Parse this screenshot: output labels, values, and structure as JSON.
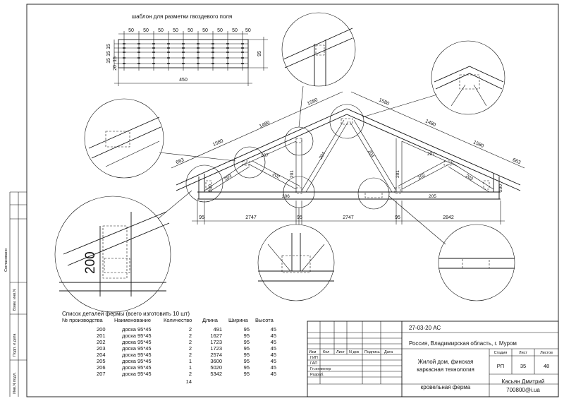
{
  "template": {
    "title": "шаблон для разметки гвоздевого поля",
    "top_dims": [
      "50",
      "50",
      "50",
      "50",
      "50",
      "50",
      "50",
      "50",
      "50"
    ],
    "left_dims": [
      "15",
      "15",
      "15",
      "15",
      "20"
    ],
    "right_dim": "95",
    "bottom_dim": "450"
  },
  "truss": {
    "top_chord_left": [
      "663",
      "1580",
      "1480",
      "1580"
    ],
    "top_chord_right": [
      "1580",
      "1480",
      "1580",
      "663"
    ],
    "bottom_dims": [
      "95",
      "2747",
      "95",
      "2747",
      "95",
      "2842"
    ],
    "part_labels": [
      "200",
      "203",
      "207",
      "202",
      "201",
      "204",
      "206",
      "204",
      "201",
      "207",
      "202",
      "203",
      "205",
      "200"
    ]
  },
  "detail_big_label": "200",
  "parts_table": {
    "title": "Список деталей фермы (всего изготовить 10 шт)",
    "headers": [
      "№ производства",
      "Наименование",
      "Количество",
      "Длина",
      "Ширина",
      "Высота"
    ],
    "rows": [
      [
        "200",
        "доска 95*45",
        "2",
        "491",
        "95",
        "45"
      ],
      [
        "201",
        "доска 95*45",
        "2",
        "1627",
        "95",
        "45"
      ],
      [
        "202",
        "доска 95*45",
        "2",
        "1723",
        "95",
        "45"
      ],
      [
        "203",
        "доска 95*45",
        "2",
        "1723",
        "95",
        "45"
      ],
      [
        "204",
        "доска 95*45",
        "2",
        "2574",
        "95",
        "45"
      ],
      [
        "205",
        "доска 95*45",
        "1",
        "3600",
        "95",
        "45"
      ],
      [
        "206",
        "доска 95*45",
        "1",
        "5020",
        "95",
        "45"
      ],
      [
        "207",
        "доска 95*45",
        "2",
        "5342",
        "95",
        "45"
      ]
    ],
    "total": "14"
  },
  "side_labels": [
    "Согласовано",
    "Взам. инв.N",
    "Подп. и дата",
    "Инв.N подл."
  ],
  "title_block": {
    "code": "27-03-20 АС",
    "location": "Россия, Владимирская область, г. Муром",
    "col_headers": [
      "Изм",
      "Кол",
      "Лист",
      "N док",
      "Подпись",
      "Дата"
    ],
    "roles": [
      "ГИП",
      "ГАП",
      "Гл.инженер",
      "Разраб."
    ],
    "project_line1": "Жилой дом, финская",
    "project_line2": "каркасная технология",
    "stage_headers": [
      "Стадия",
      "Лист",
      "Листов"
    ],
    "stage_values": [
      "РП",
      "35",
      "48"
    ],
    "sheet_name": "кровельная ферма",
    "author_line1": "Касьян Дмитрий",
    "author_line2": "700800@i.ua"
  }
}
